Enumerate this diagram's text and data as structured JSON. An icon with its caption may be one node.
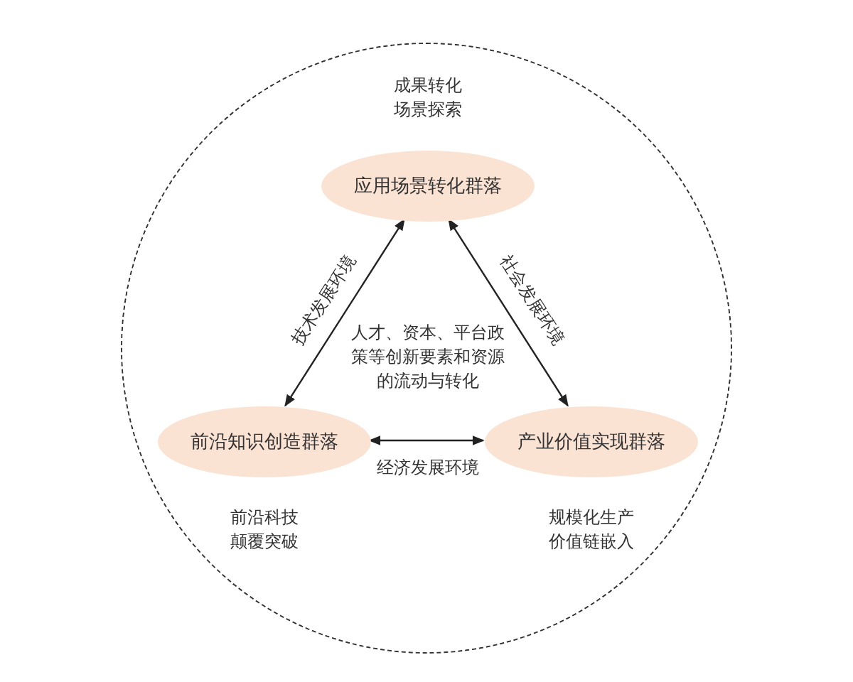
{
  "diagram": {
    "nodes": [
      {
        "text": [],
        "shape": "circle"
      },
      {
        "text": [
          "应用场景转化群落"
        ],
        "in": 0,
        "beside": [
          "成果转化场景探索"
        ]
      },
      {
        "text": [
          "前沿知识创造群落"
        ],
        "in": 0,
        "beside": [
          "前沿科技颠覆突破"
        ]
      },
      {
        "text": [
          "产业价值实现群落"
        ],
        "in": 0,
        "beside": [
          "规模化生产价值链嵌入"
        ]
      }
    ],
    "edges": [
      {
        "from": 1,
        "to": 2,
        "arrow": "both",
        "label": "技术发展环境"
      },
      {
        "from": 1,
        "to": 3,
        "arrow": "both",
        "label": "社会发展环境"
      },
      {
        "from": 2,
        "to": 3,
        "arrow": "both",
        "label": "经济发展环境"
      }
    ],
    "labels": [
      "人才、资本、平台政策等创新要素和资源的流动与转化"
    ]
  }
}
